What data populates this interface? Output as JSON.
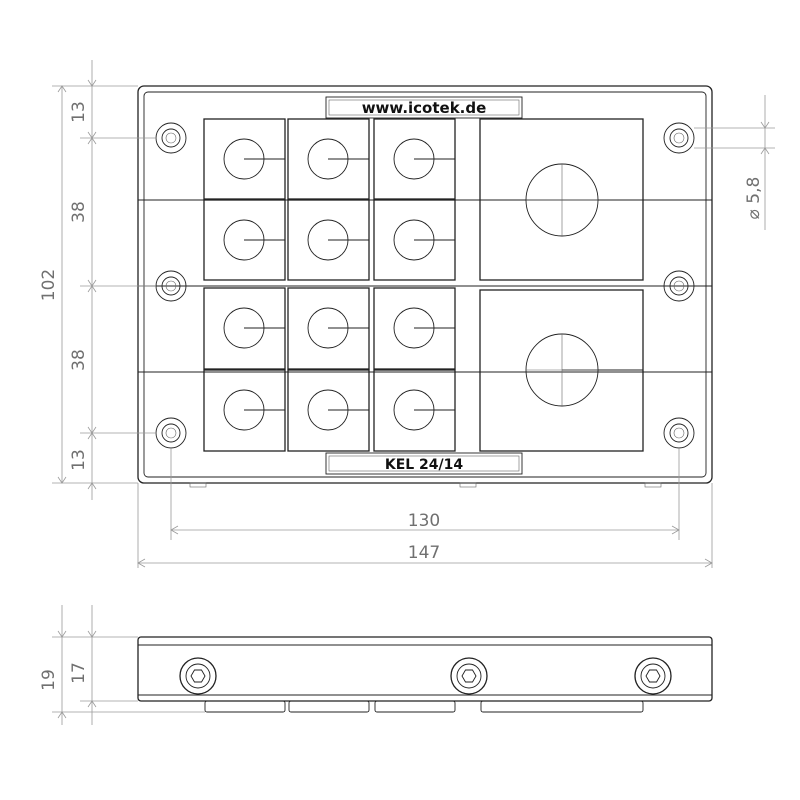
{
  "labels": {
    "website": "www.icotek.de",
    "model": "KEL 24/14"
  },
  "dimensions": {
    "top_margin": "13",
    "upper_pitch": "38",
    "overall_height": "102",
    "lower_pitch": "38",
    "bottom_margin": "13",
    "hole_pitch": "130",
    "overall_width": "147",
    "hole_diameter": "5,8",
    "diameter_symbol": "⌀",
    "side_total_height": "19",
    "side_frame_height": "17"
  }
}
